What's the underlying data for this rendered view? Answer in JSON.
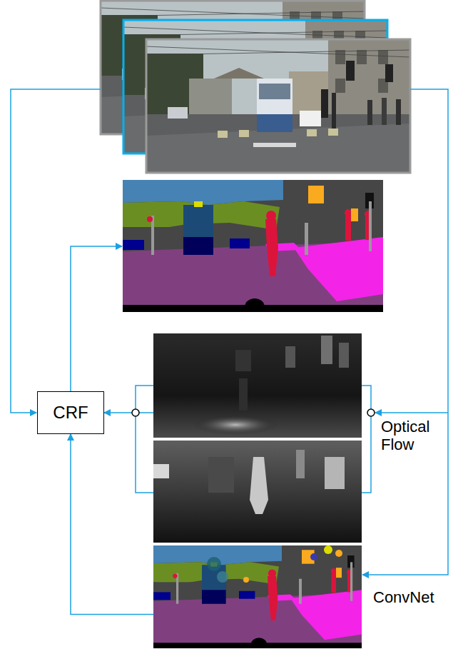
{
  "diagram": {
    "nodes": [
      {
        "text": [
          "CRF"
        ]
      },
      {
        "text": [
          "Optical Flow"
        ]
      },
      {
        "text": [
          "ConvNet"
        ]
      }
    ],
    "edges": [
      {
        "from": 1,
        "to": 0,
        "arrow": "to"
      },
      {
        "from": 2,
        "to": 0,
        "arrow": "to"
      }
    ]
  }
}
